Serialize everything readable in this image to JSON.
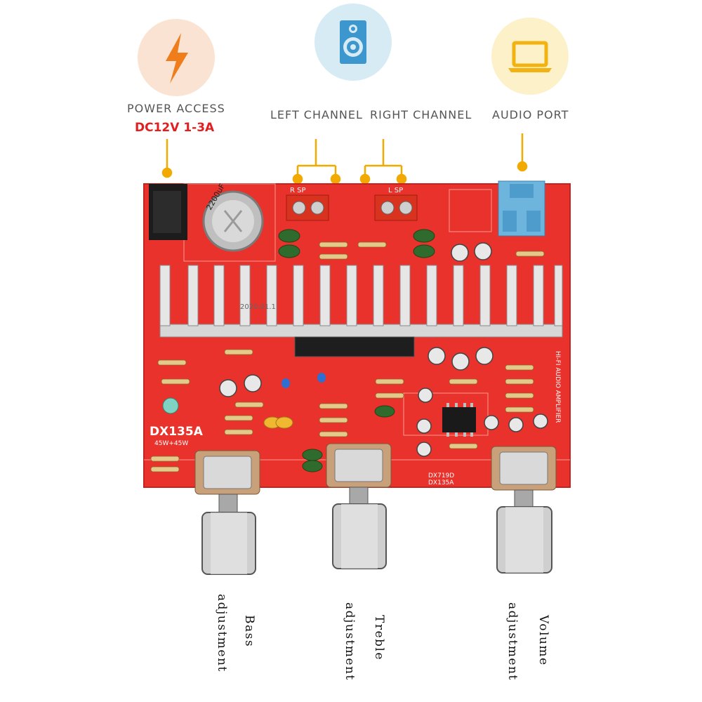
{
  "header": {
    "power": {
      "label": "POWER ACCESS",
      "spec": "DC12V 1-3A",
      "icon": "lightning-bolt-icon",
      "icon_bg": "#fbe3d3",
      "icon_color": "#f07d1c"
    },
    "left_channel": {
      "label": "LEFT CHANNEL"
    },
    "right_channel": {
      "label": "RIGHT CHANNEL"
    },
    "speaker": {
      "icon": "speaker-icon",
      "icon_bg": "#d6ebf4",
      "icon_color": "#3c97cf"
    },
    "audio_port": {
      "label": "AUDIO PORT",
      "icon": "laptop-icon",
      "icon_bg": "#fdf1c9",
      "icon_color": "#f2b312"
    }
  },
  "board": {
    "model": "DX135A",
    "power_rating": "45W+45W",
    "date_code": "2020.01.1",
    "left_terminal_label": "R SP",
    "right_terminal_label": "L SP",
    "side_label": "HI-FI AUDIO AMPLIFIER",
    "chip_label_1": "DX719D",
    "chip_label_2": "DX135A",
    "capacitor_label": "2200uF",
    "board_color": "#e8322b",
    "line_color": "#f2a900"
  },
  "knobs": [
    {
      "line1": "Bass",
      "line2": "adjustment"
    },
    {
      "line1": "Treble",
      "line2": "adjustment"
    },
    {
      "line1": "Volume",
      "line2": "adjustment"
    }
  ]
}
